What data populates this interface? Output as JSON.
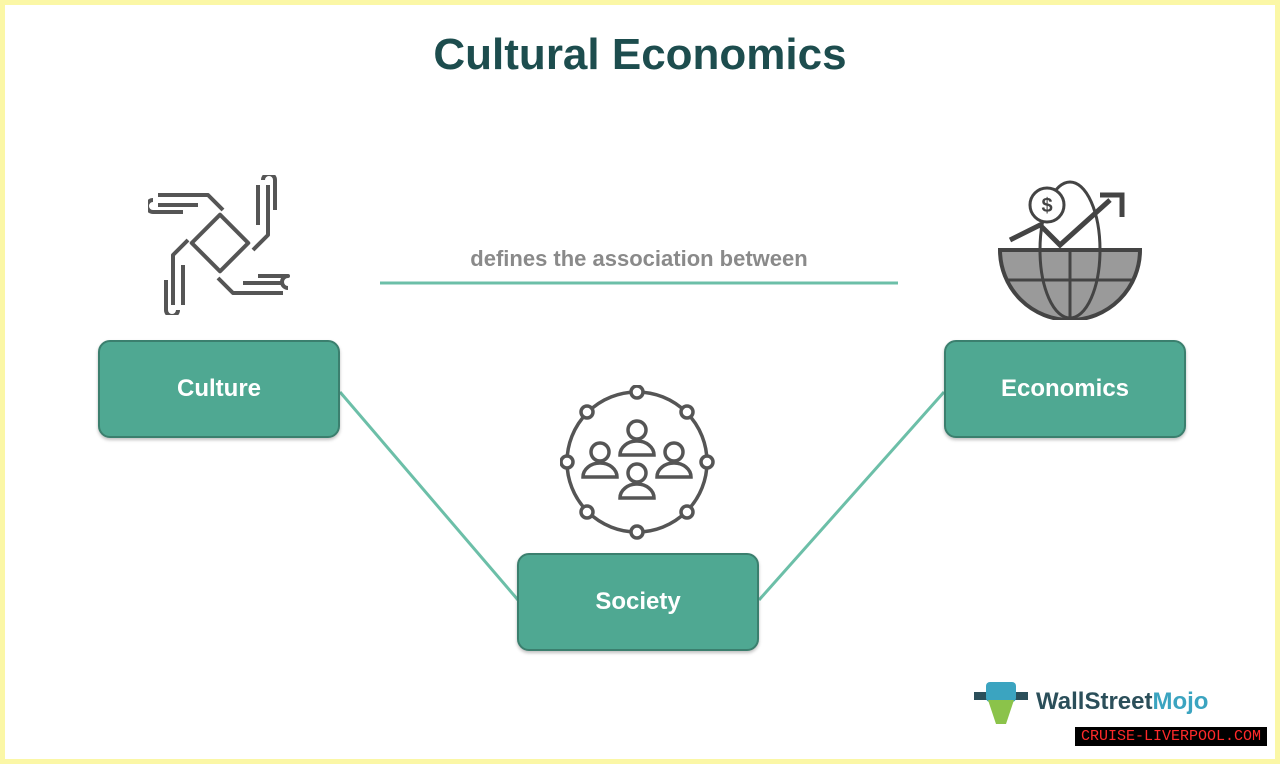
{
  "title": "Cultural Economics",
  "connector_label": "defines the association between",
  "nodes": {
    "culture": "Culture",
    "economics": "Economics",
    "society": "Society"
  },
  "logo": {
    "part1": "WallStreet",
    "part2": "Mojo"
  },
  "watermark": "CRUISE-LIVERPOOL.COM",
  "colors": {
    "box": "#4fa892",
    "title": "#1d4d4e",
    "line": "#6cbfa8",
    "border": "#fbf7a6"
  }
}
